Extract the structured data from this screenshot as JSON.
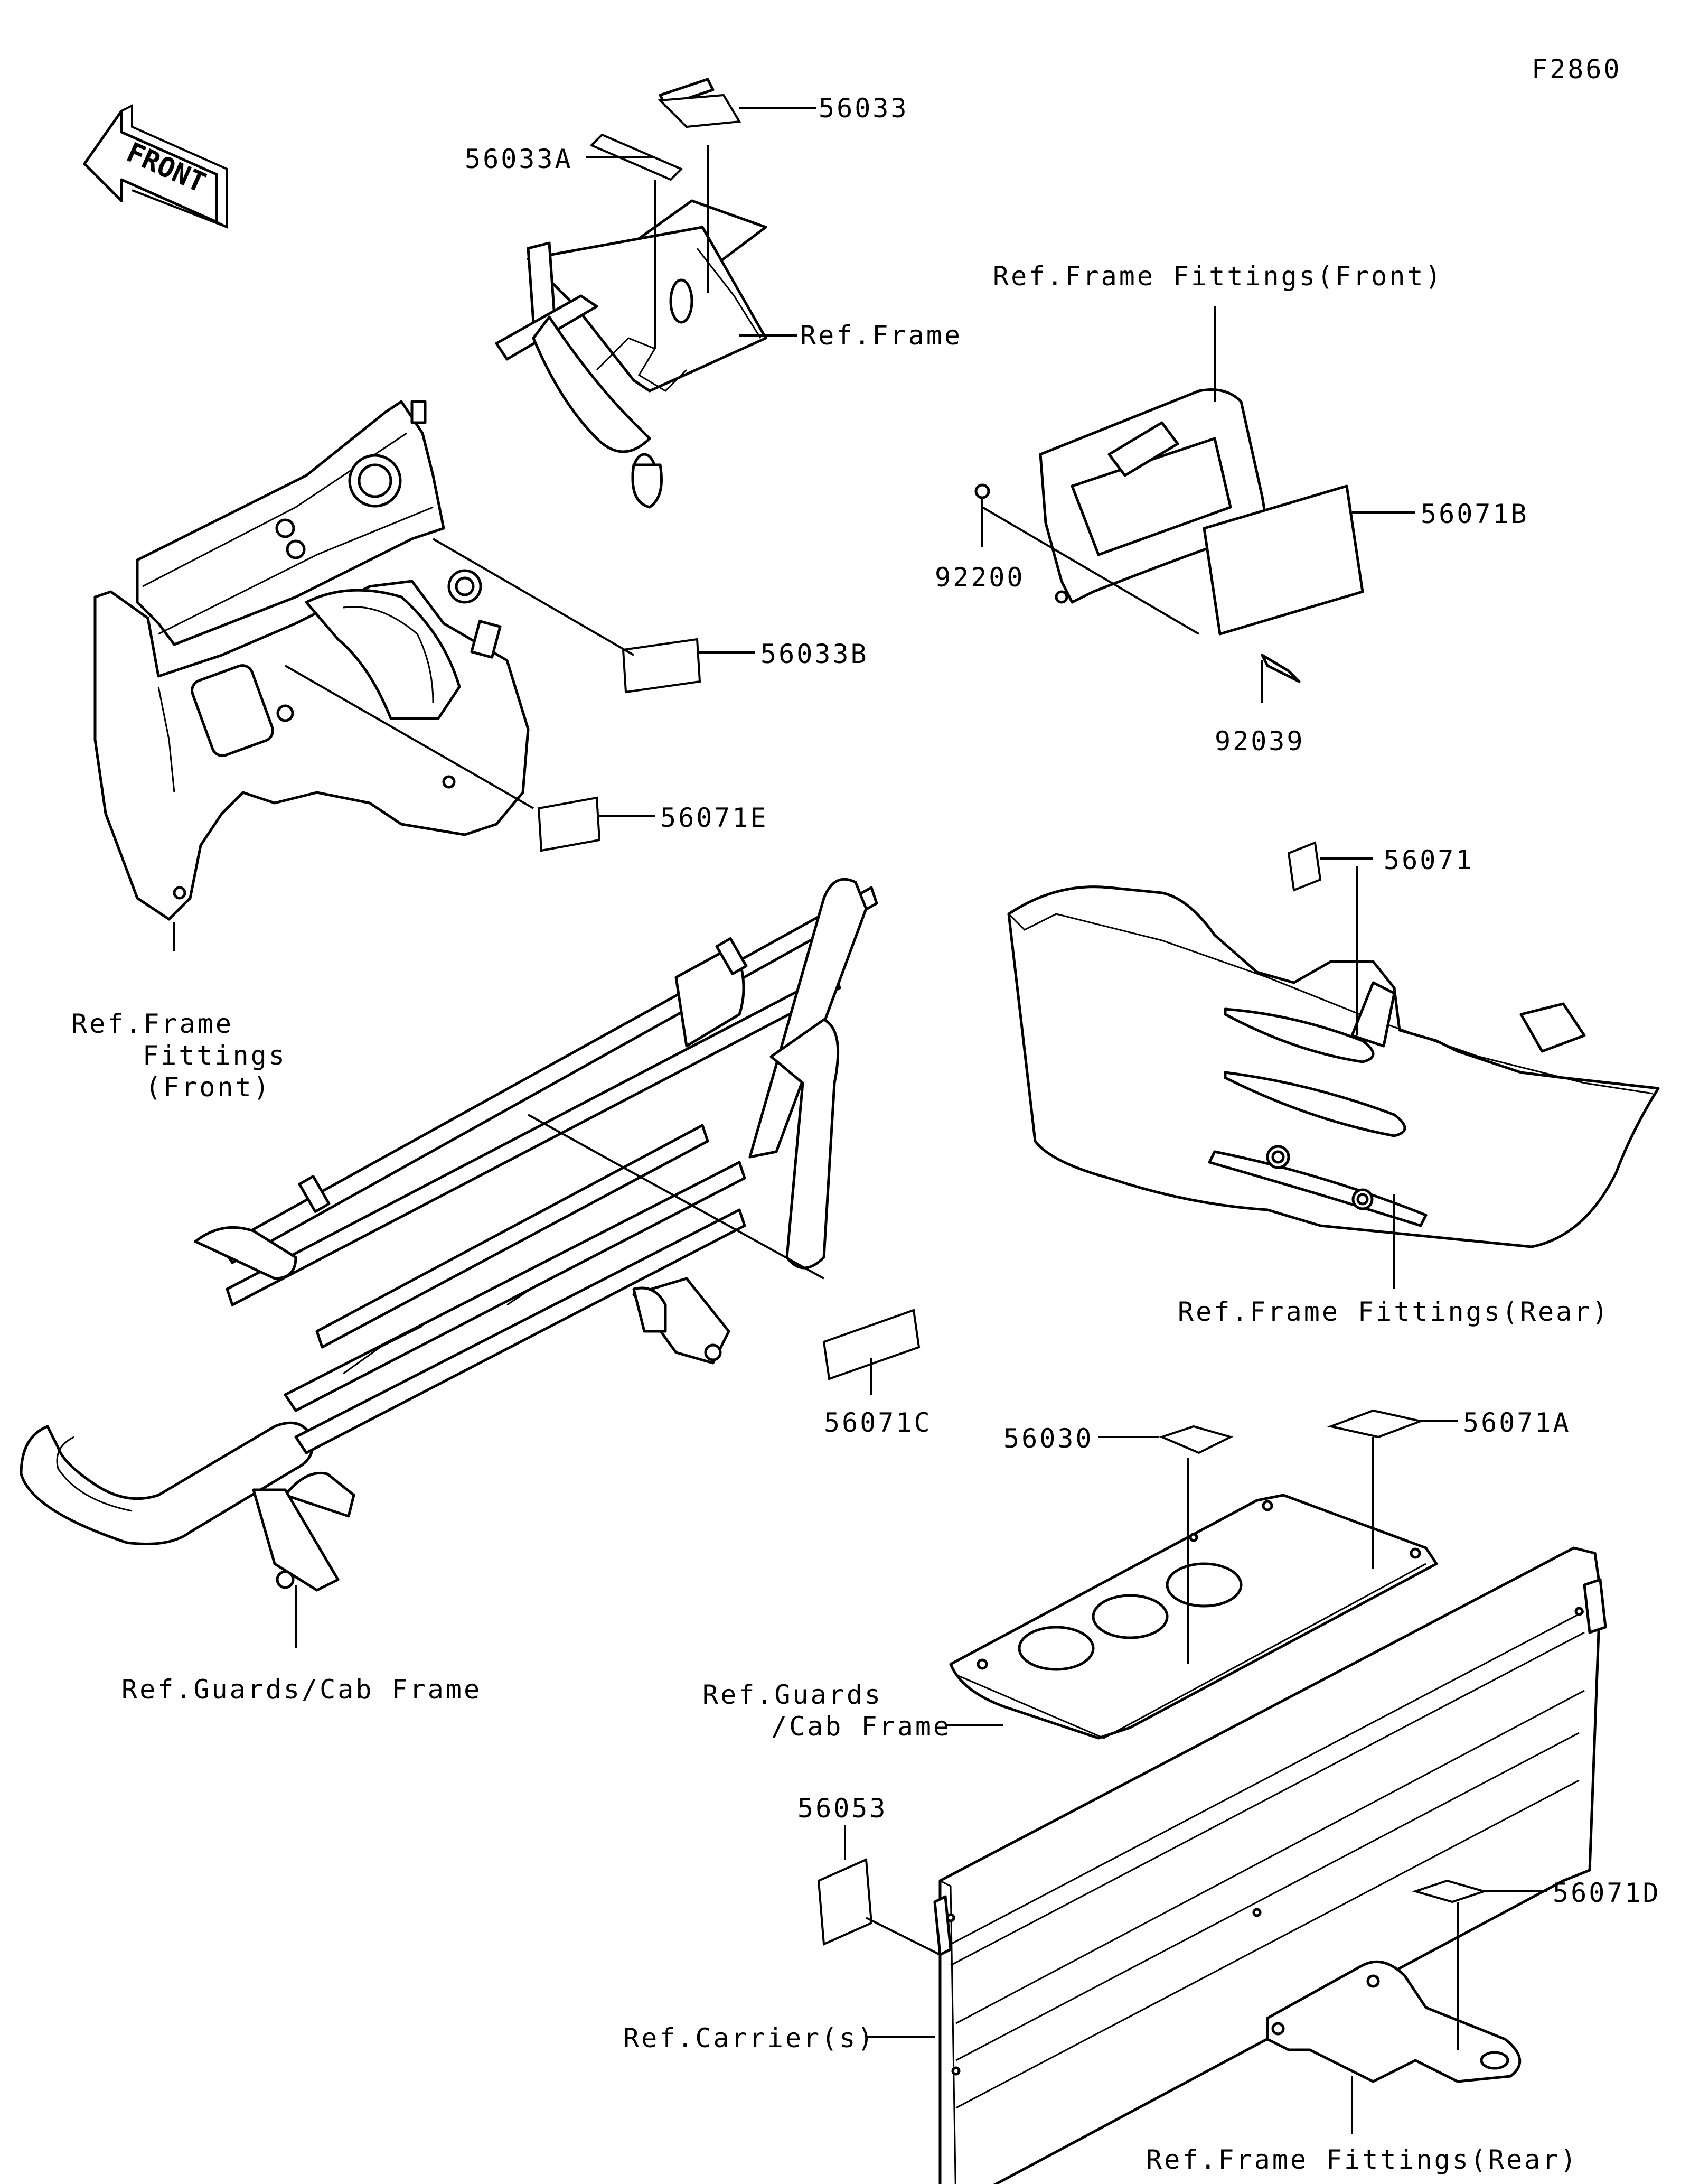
{
  "figure_code": "F2860",
  "front_arrow_text": "FRONT",
  "labels": {
    "p56033": "56033",
    "p56033A": "56033A",
    "ref_frame": "Ref.Frame",
    "ref_frame_fittings_front_top": "Ref.Frame Fittings(Front)",
    "p56071B": "56071B",
    "p92200": "92200",
    "p92039": "92039",
    "p56033B": "56033B",
    "p56071E": "56071E",
    "ref_ff_front_l1": "Ref.Frame",
    "ref_ff_front_l2": "Fittings",
    "ref_ff_front_l3": "(Front)",
    "p56071": "56071",
    "ref_frame_fittings_rear_mid": "Ref.Frame Fittings(Rear)",
    "p56071C": "56071C",
    "p56030": "56030",
    "p56071A": "56071A",
    "ref_guards_cab_frame_left": "Ref.Guards/Cab Frame",
    "ref_guards_l1": "Ref.Guards",
    "ref_guards_l2": "/Cab Frame",
    "p56053": "56053",
    "p56071D": "56071D",
    "ref_carriers": "Ref.Carrier(s)",
    "ref_frame_fittings_rear_bottom": "Ref.Frame Fittings(Rear)"
  }
}
